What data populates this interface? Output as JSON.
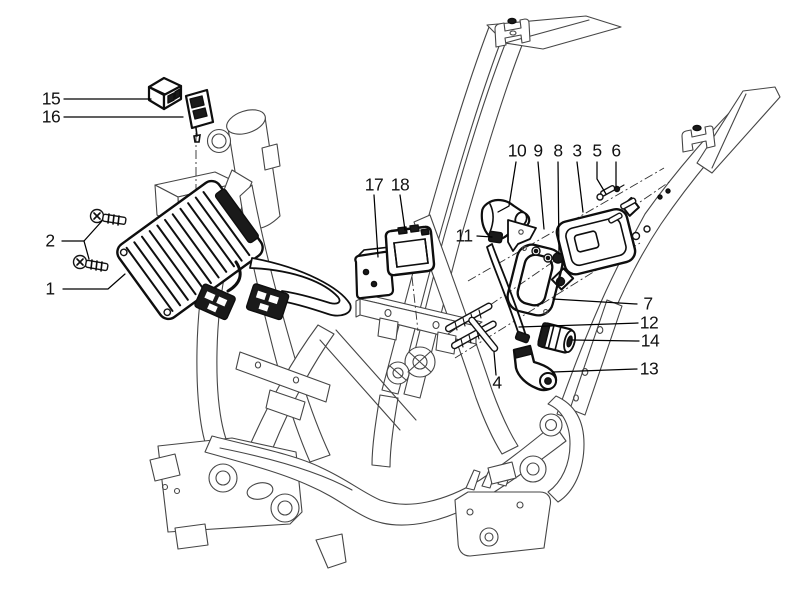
{
  "diagram": {
    "kind": "exploded-parts-line-drawing",
    "colors": {
      "background": "#ffffff",
      "frame_line": "#464646",
      "part_line": "#0e0e0e",
      "label_text": "#111111",
      "leader_line": "#000000"
    }
  },
  "callouts": {
    "labels": [
      "15",
      "16",
      "2",
      "1",
      "17",
      "18",
      "10",
      "9",
      "8",
      "3",
      "5",
      "6",
      "11",
      "7",
      "12",
      "14",
      "13",
      "4"
    ]
  }
}
